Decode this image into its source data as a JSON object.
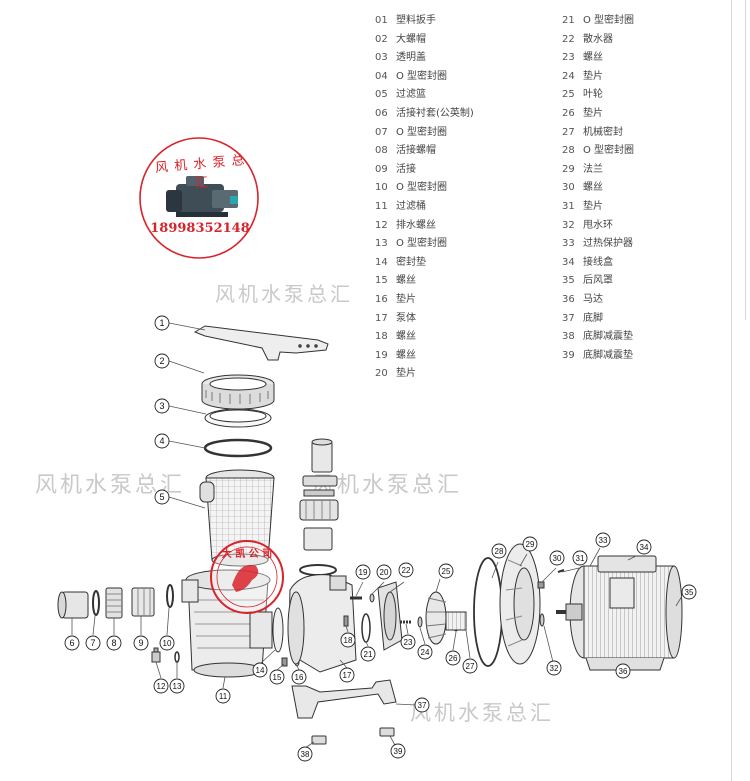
{
  "parts_left": [
    {
      "num": "01",
      "name": "塑料扳手"
    },
    {
      "num": "02",
      "name": "大螺帽"
    },
    {
      "num": "03",
      "name": "透明盖"
    },
    {
      "num": "04",
      "name": "O 型密封圈"
    },
    {
      "num": "05",
      "name": "过滤篮"
    },
    {
      "num": "06",
      "name": "活接衬套(公英制)"
    },
    {
      "num": "07",
      "name": "O 型密封圈"
    },
    {
      "num": "08",
      "name": "活接螺帽"
    },
    {
      "num": "09",
      "name": "活接"
    },
    {
      "num": "10",
      "name": "O 型密封圈"
    },
    {
      "num": "11",
      "name": "过滤桶"
    },
    {
      "num": "12",
      "name": "排水螺丝"
    },
    {
      "num": "13",
      "name": "O 型密封圈"
    },
    {
      "num": "14",
      "name": "密封垫"
    },
    {
      "num": "15",
      "name": "螺丝"
    },
    {
      "num": "16",
      "name": "垫片"
    },
    {
      "num": "17",
      "name": "泵体"
    },
    {
      "num": "18",
      "name": "螺丝"
    },
    {
      "num": "19",
      "name": "螺丝"
    },
    {
      "num": "20",
      "name": "垫片"
    }
  ],
  "parts_right": [
    {
      "num": "21",
      "name": "O 型密封圈"
    },
    {
      "num": "22",
      "name": "散水器"
    },
    {
      "num": "23",
      "name": "螺丝"
    },
    {
      "num": "24",
      "name": "垫片"
    },
    {
      "num": "25",
      "name": "叶轮"
    },
    {
      "num": "26",
      "name": "垫片"
    },
    {
      "num": "27",
      "name": "机械密封"
    },
    {
      "num": "28",
      "name": "O 型密封圈"
    },
    {
      "num": "29",
      "name": "法兰"
    },
    {
      "num": "30",
      "name": "螺丝"
    },
    {
      "num": "31",
      "name": "垫片"
    },
    {
      "num": "32",
      "name": "甩水环"
    },
    {
      "num": "33",
      "name": "过热保护器"
    },
    {
      "num": "34",
      "name": "接线盒"
    },
    {
      "num": "35",
      "name": "后风罩"
    },
    {
      "num": "36",
      "name": "马达"
    },
    {
      "num": "37",
      "name": "底脚"
    },
    {
      "num": "38",
      "name": "底脚减震垫"
    },
    {
      "num": "39",
      "name": "底脚减震垫"
    }
  ],
  "callouts": [
    "1",
    "2",
    "3",
    "4",
    "5",
    "6",
    "7",
    "8",
    "9",
    "10",
    "11",
    "12",
    "13",
    "14",
    "15",
    "16",
    "17",
    "18",
    "19",
    "20",
    "21",
    "22",
    "23",
    "24",
    "25",
    "26",
    "27",
    "28",
    "29",
    "30",
    "31",
    "32",
    "33",
    "34",
    "35",
    "36",
    "37",
    "38",
    "39"
  ],
  "stamp": {
    "top_text": "风 机 水 泵 总 汇",
    "phone": "18998352148",
    "color": "#d9232a"
  },
  "seal": {
    "text": "大 凯 公 司",
    "color": "#d9232a"
  },
  "watermarks": [
    "风机水泵总汇",
    "风机水泵总汇",
    "风机水泵总汇",
    "风机水泵总汇"
  ]
}
